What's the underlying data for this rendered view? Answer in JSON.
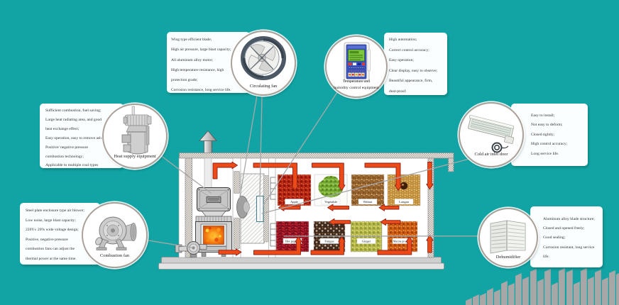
{
  "colors": {
    "background": "#12a4a4",
    "arrow_fill": "#ec4a16",
    "arrow_outline": "#8e2318",
    "leader_line": "#a2a2a2",
    "skyline_bars": "#a7a7a7",
    "callout_box_bg": "#fbfeff",
    "text": "#2e2e2e"
  },
  "callouts": {
    "circulating_fan": {
      "caption": "Circulating fan",
      "lines": [
        "Wing type efficient blade;",
        "High air pressure, large blast capacity;",
        "All aluminum alloy motor;",
        "High temperature resistance, high",
        "protection grade;",
        "Corrosion resistance, long service life."
      ]
    },
    "temperature_control": {
      "caption_lines": [
        "Temperature and",
        "humidity control equipment"
      ],
      "lines": [
        "High automation;",
        "Correct control accuracy;",
        "Easy operation;",
        "Clear display, easy to observe;",
        "Beautiful appearance, firm,",
        "dust-proof."
      ]
    },
    "heat_supply": {
      "caption": "Heat supply equipment",
      "lines": [
        "Sufficient combustion, fuel saving;",
        "Large heat radiating area, and good",
        "heat exchange effect;",
        "Easy operation, easy to remove ash;",
        "Positive/ negative pressure",
        "combustion technology;",
        "Applicable to multiple coal types"
      ]
    },
    "cold_air_door": {
      "caption": "Cold air inlet door",
      "lines": [
        "Easy to install;",
        "Not easy to deform;",
        "Closed tightly;",
        "High control accuracy;",
        "Long service life."
      ]
    },
    "combustion_fan": {
      "caption": "Combustion fan",
      "lines": [
        "Steel plate enclosure type air blower;",
        "Low noise, large blast capacity;",
        "220V± 20% wide voltage design;",
        "Positive, negative pressure",
        "combustion fans can adjust the",
        "thermal power at the same time."
      ]
    },
    "dehumidifier": {
      "caption": "Dehumidifier",
      "lines": [
        "Aluminum alloy blade structure;",
        "Closed and opened freely;",
        "Good sealing;",
        "Corrosion resistant, long service",
        "life."
      ]
    }
  },
  "dryer": {
    "trays": [
      {
        "label": "Apple"
      },
      {
        "label": "Vegetable"
      },
      {
        "label": "Walnut"
      },
      {
        "label": "Longan"
      },
      {
        "label": "Hot pepper"
      },
      {
        "label": "Fungus"
      },
      {
        "label": "Ginger"
      },
      {
        "label": "Marine products"
      }
    ]
  }
}
